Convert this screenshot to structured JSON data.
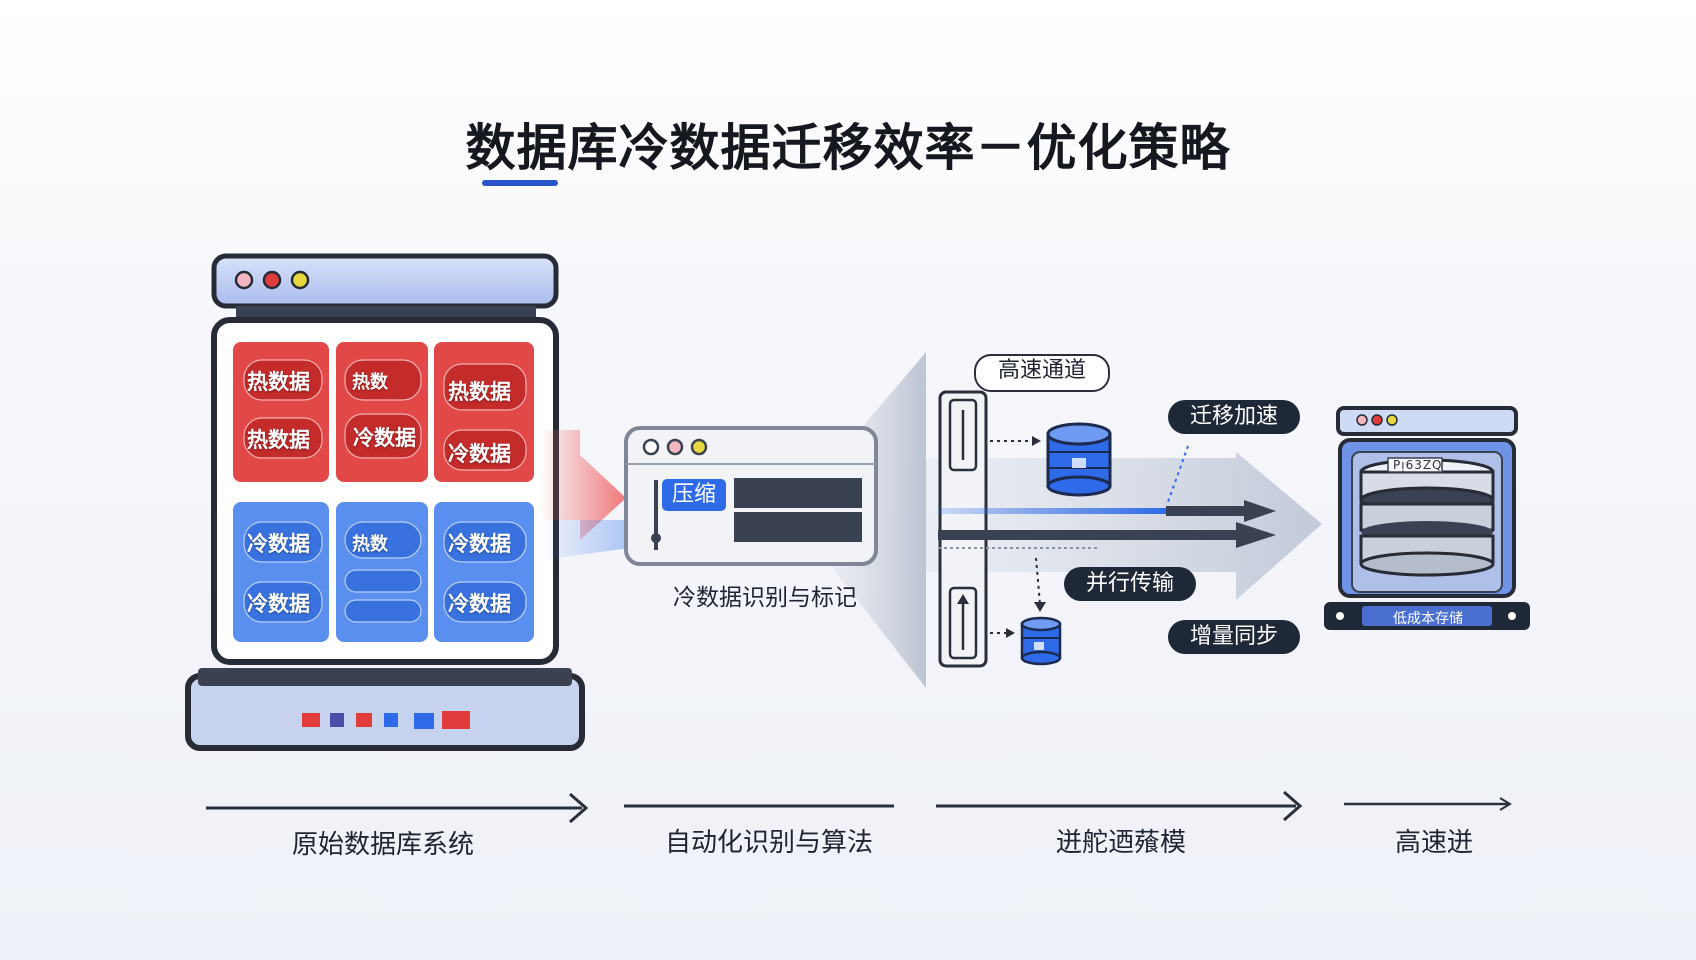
{
  "title": "数据库冷数据迁移效率－优化策略",
  "colors": {
    "accent_blue": "#2f6be8",
    "hot_red": "#d83a3a",
    "cold_blue": "#3d7de8",
    "dark": "#1f2836"
  },
  "database": {
    "hot_blocks": [
      {
        "top": "热数据",
        "bottom": "热数据"
      },
      {
        "top": "热数",
        "bottom": "冷数据"
      },
      {
        "top": "热数据",
        "bottom": "冷数据"
      }
    ],
    "cold_blocks": [
      {
        "top": "冷数据",
        "bottom": "冷数据"
      },
      {
        "top": "热数",
        "bottom": ""
      },
      {
        "top": "冷数据",
        "bottom": "冷数据"
      }
    ]
  },
  "identify": {
    "compress_tag": "压缩",
    "caption": "冷数据识别与标记"
  },
  "channel": {
    "fast_channel": "高速通道",
    "accelerate": "迁移加速",
    "parallel": "并行传输",
    "incremental": "增量同步"
  },
  "storage": {
    "label": "低成本存储",
    "screen_text": "Pᴉ63ZQ"
  },
  "stages": [
    "原始数据库系统",
    "自动化识别与算法",
    "迸舵迺薞模",
    "高速迸"
  ]
}
